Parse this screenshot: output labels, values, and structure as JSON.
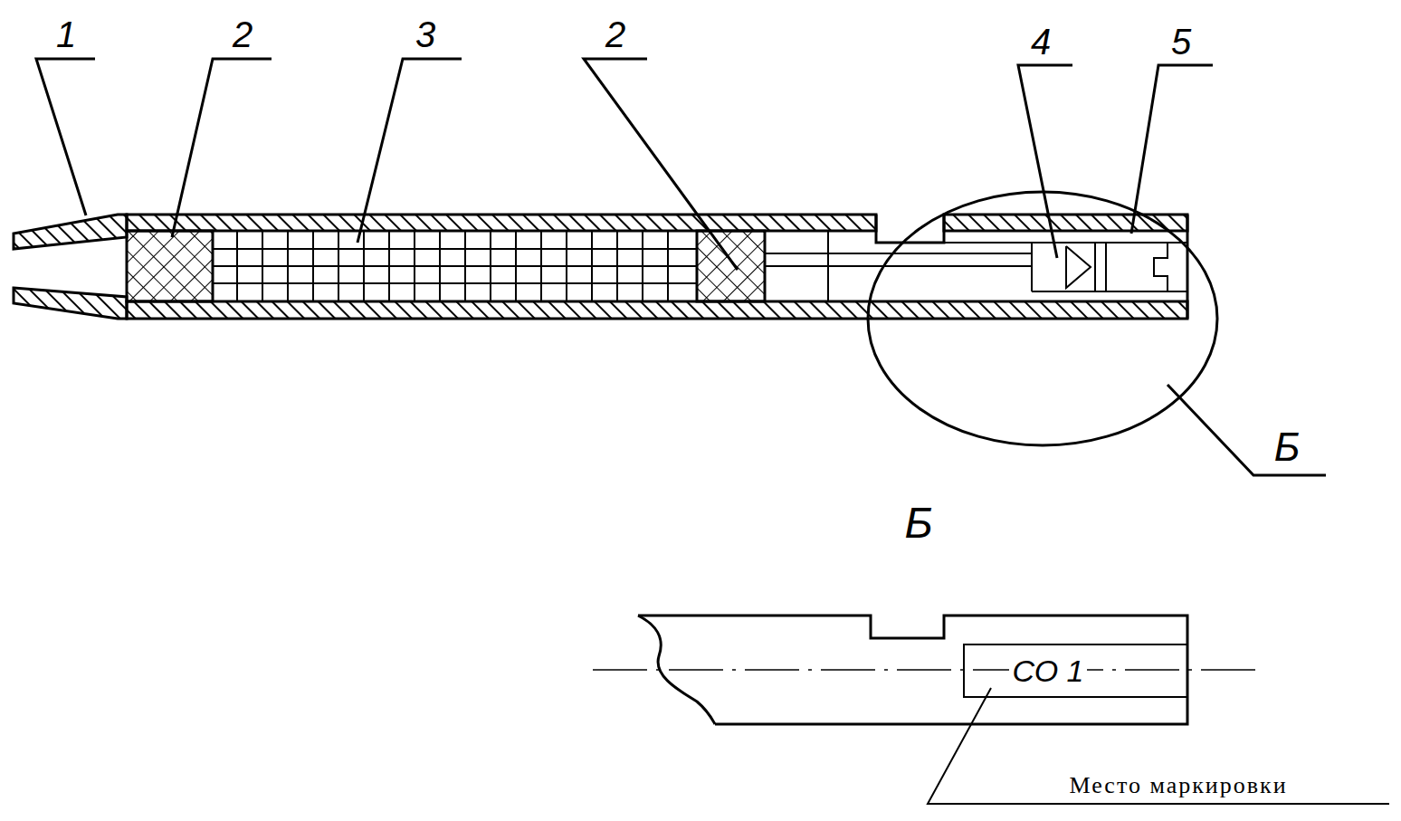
{
  "diagram": {
    "labels": [
      "1",
      "2",
      "3",
      "2",
      "4",
      "5",
      "Б",
      "Б",
      "СО 1",
      "Место маркировки"
    ]
  }
}
